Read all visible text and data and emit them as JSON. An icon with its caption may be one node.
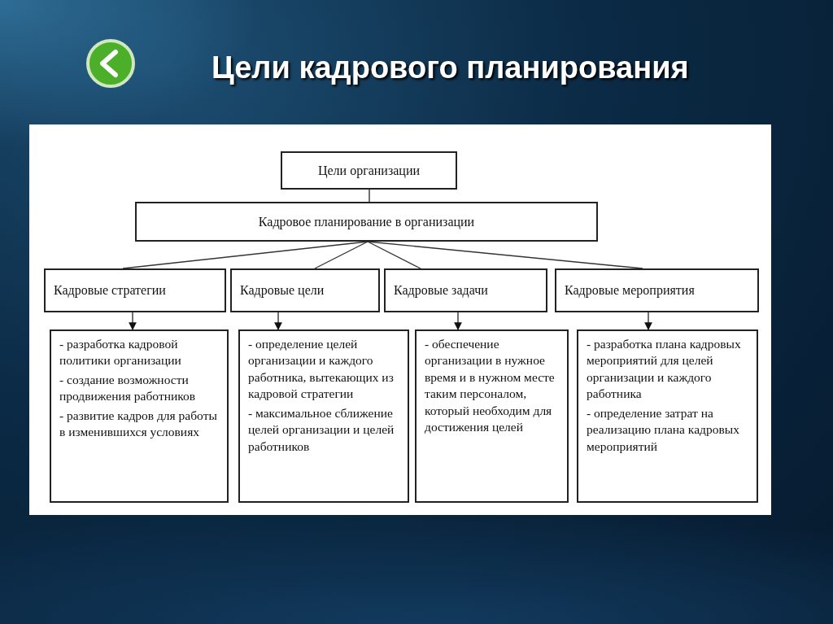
{
  "diagram": {
    "title": "Цели кадрового планирования",
    "nodes": [
      {
        "text": [
          "Цели организации"
        ]
      },
      {
        "text": [
          "Кадровое планирование в организации"
        ]
      },
      {
        "text": [
          "Кадровые стратегии"
        ]
      },
      {
        "text": [
          "Кадровые цели"
        ]
      },
      {
        "text": [
          "Кадровые задачи"
        ]
      },
      {
        "text": [
          "Кадровые мероприятия"
        ]
      },
      {
        "text": [
          "- разработка кадровой политики организации",
          "- создание возможности продвижения работников",
          "- развитие кадров для работы в изменившихся условиях"
        ]
      },
      {
        "text": [
          "- определение целей организации и каждого работника, вытекающих из кадровой стратегии",
          "- максимальное сближение целей организации и целей работников"
        ]
      },
      {
        "text": [
          "- обеспечение организации в нужное время и в нужном месте таким персоналом, который необходим для достижения целей"
        ]
      },
      {
        "text": [
          "- разработка плана кадровых мероприятий для целей организации и каждого работника",
          "- определение затрат на реализацию плана кадровых мероприятий"
        ]
      }
    ],
    "edges": [
      {
        "from": 0,
        "to": 1,
        "arrow": "none"
      },
      {
        "from": 1,
        "to": 2,
        "arrow": "none"
      },
      {
        "from": 1,
        "to": 3,
        "arrow": "none"
      },
      {
        "from": 1,
        "to": 4,
        "arrow": "none"
      },
      {
        "from": 1,
        "to": 5,
        "arrow": "none"
      },
      {
        "from": 2,
        "to": 6,
        "arrow": "to"
      },
      {
        "from": 3,
        "to": 7,
        "arrow": "to"
      },
      {
        "from": 4,
        "to": 8,
        "arrow": "to"
      },
      {
        "from": 5,
        "to": 9,
        "arrow": "to"
      }
    ]
  }
}
